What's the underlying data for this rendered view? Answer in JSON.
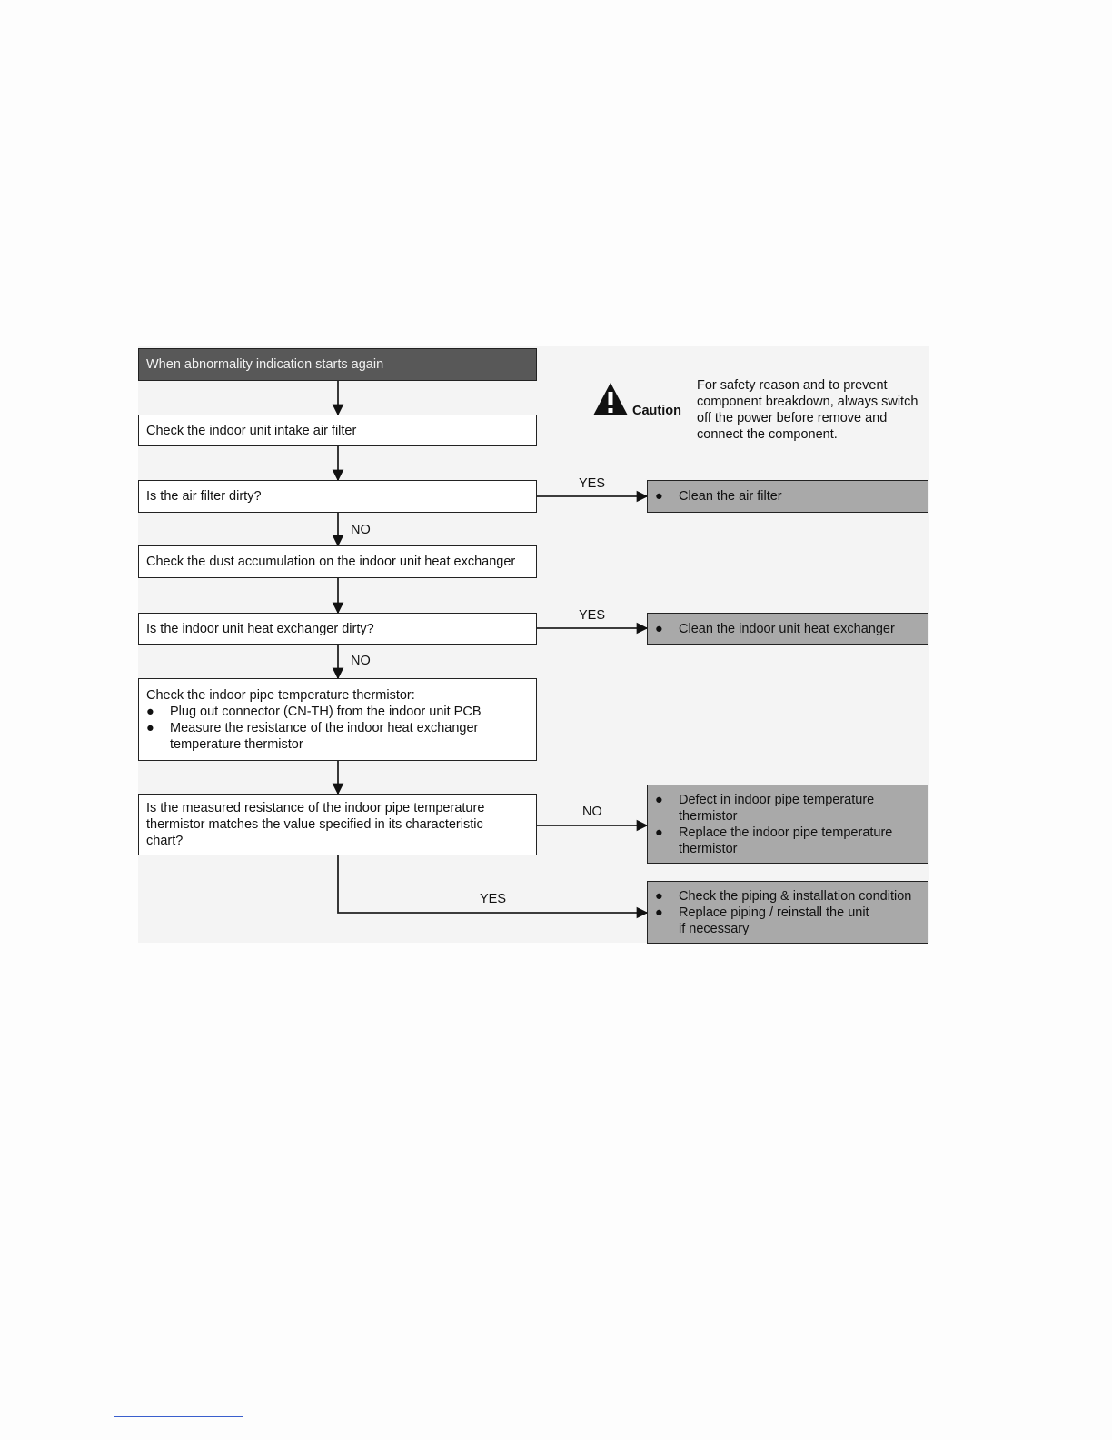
{
  "caution": {
    "label": "Caution",
    "lines": [
      "For safety reason and to prevent",
      "component breakdown, always switch",
      "off the power before remove and",
      "connect the component."
    ]
  },
  "steps": {
    "start": "When abnormality indication starts again",
    "check_filter": "Check the indoor unit intake air filter",
    "filter_dirty": "Is the air filter dirty?",
    "check_dust": "Check the dust accumulation on the indoor unit heat exchanger",
    "hx_dirty": "Is the indoor unit heat exchanger dirty?",
    "check_thermistor": {
      "title": "Check the indoor pipe temperature thermistor:",
      "item1": "Plug out connector (CN-TH) from the indoor unit PCB",
      "item2_line1": "Measure the resistance of the indoor heat exchanger",
      "item2_line2": "temperature thermistor"
    },
    "resistance_match": {
      "line1": "Is the measured resistance of the indoor pipe temperature",
      "line2": "thermistor matches the value specified in its characteristic",
      "line3": "chart?"
    }
  },
  "actions": {
    "clean_filter": "Clean the air filter",
    "clean_hx": "Clean the indoor unit heat exchanger",
    "defect": {
      "item1_line1": "Defect in indoor pipe temperature",
      "item1_line2": "thermistor",
      "item2_line1": "Replace the indoor pipe temperature",
      "item2_line2": "thermistor"
    },
    "piping": {
      "item1": "Check the piping & installation condition",
      "item2_line1": "Replace piping / reinstall the unit",
      "item2_line2": "if necessary"
    }
  },
  "labels": {
    "yes": "YES",
    "no": "NO",
    "bullet": "●"
  },
  "icons": {
    "caution": "warning-triangle-icon"
  },
  "colors": {
    "start_box": "#585858",
    "action_box": "#a9a9a9",
    "line": "#222222"
  }
}
